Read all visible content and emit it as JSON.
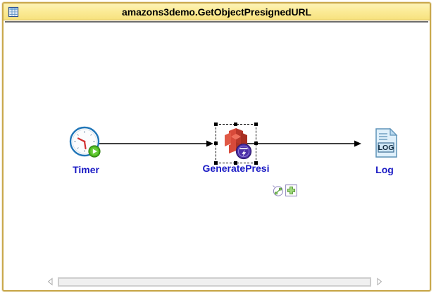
{
  "window": {
    "title": "amazons3demo.GetObjectPresignedURL",
    "titlebar_icon": "table-grid-icon",
    "frame_color": "#c9a84c",
    "titlebar_color": "#fbeb97"
  },
  "canvas": {
    "background": "#ffffff",
    "node_label_color": "#1a1ac4",
    "nodes": [
      {
        "id": "timer",
        "label": "Timer",
        "icon": "clock-icon",
        "badge": "green-play-badge",
        "selected": false
      },
      {
        "id": "generate-presigned",
        "label": "GeneratePresi",
        "icon": "aws-cube-icon",
        "badge": "purple-lightning-badge",
        "selected": true
      },
      {
        "id": "log",
        "label": "Log",
        "icon": "log-document-icon",
        "badge": "",
        "selected": false
      }
    ],
    "connectors": [
      {
        "id": "timer-to-generate",
        "from": "timer",
        "to": "generate-presigned",
        "arrow": "right"
      },
      {
        "id": "generate-to-log",
        "from": "generate-presigned",
        "to": "log",
        "arrow": "right"
      }
    ],
    "action_buttons": [
      {
        "id": "connect",
        "icon": "link-connector-icon",
        "title": "Connect"
      },
      {
        "id": "add",
        "icon": "green-plus-icon",
        "title": "Add"
      }
    ]
  },
  "scrollbar": {
    "left_arrow": "triangle-left-icon",
    "right_arrow": "triangle-right-icon",
    "thumb": "scroll-thumb",
    "orientation": "horizontal"
  }
}
